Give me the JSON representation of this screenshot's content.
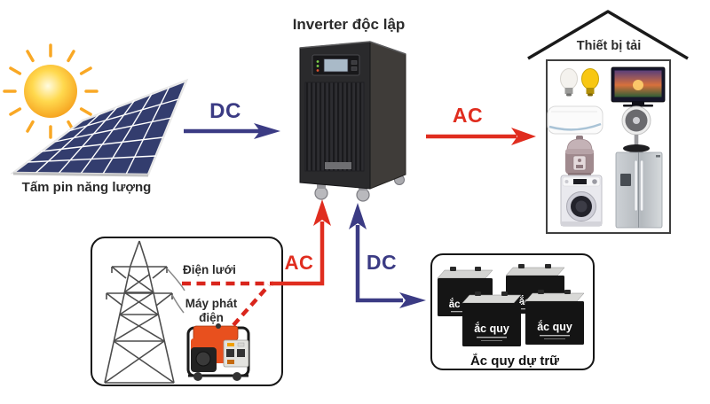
{
  "title": "Inverter độc lập",
  "solar": {
    "label": "Tấm pin năng lượng"
  },
  "load_house": {
    "label": "Thiết bị tải",
    "appliances": [
      "light-bulb-white",
      "light-bulb-yellow",
      "tv",
      "air-conditioner",
      "standing-fan",
      "rice-cooker",
      "washing-machine",
      "refrigerator"
    ]
  },
  "grid_box": {
    "grid_label": "Điện lưới",
    "generator_label_line1": "Máy phát",
    "generator_label_line2": "điện"
  },
  "battery_box": {
    "caption": "Ắc quy dự trữ",
    "battery_label": "ắc quy",
    "battery_count": 4
  },
  "flows": {
    "solar_to_inverter": "DC",
    "inverter_to_load": "AC",
    "grid_to_inverter": "AC",
    "inverter_to_battery": "DC"
  },
  "colors": {
    "dc_blue": "#3b3b84",
    "ac_red": "#e02d1f",
    "label_dark": "#2b2b2b"
  }
}
